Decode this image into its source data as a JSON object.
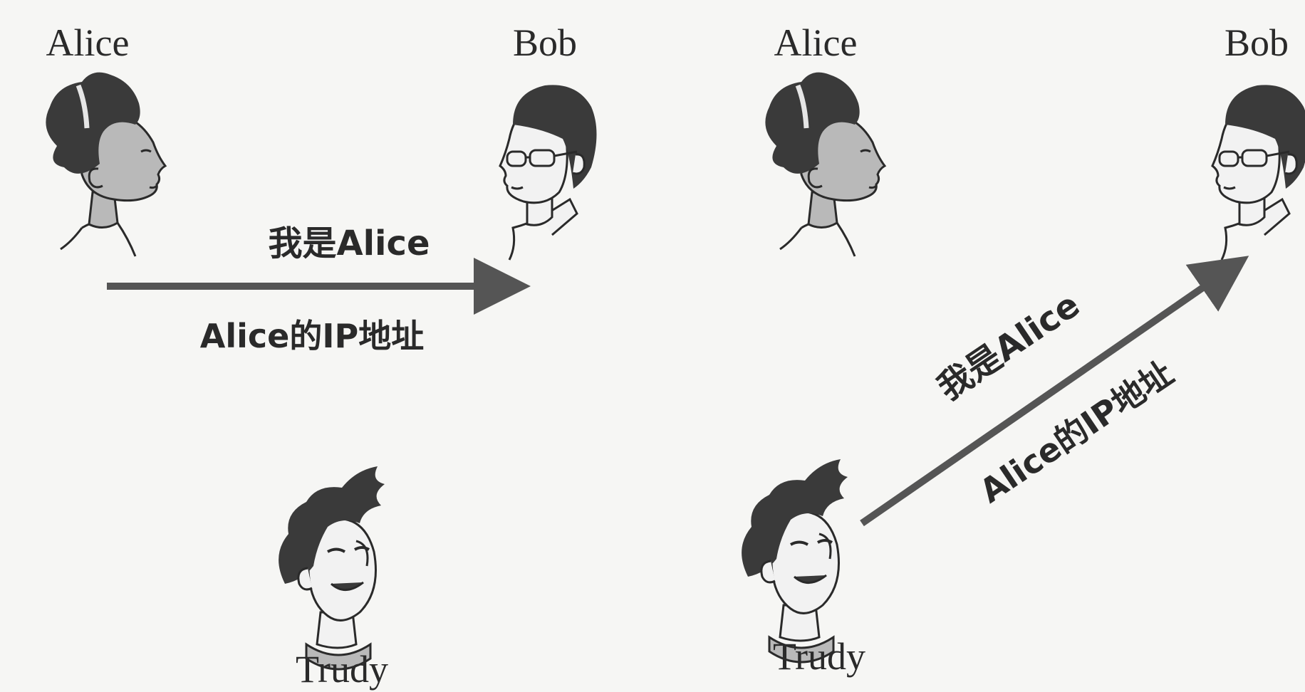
{
  "left_panel": {
    "alice_label": "Alice",
    "bob_label": "Bob",
    "trudy_label": "Trudy",
    "message_text": "我是Alice",
    "source_ip_text": "Alice的IP地址"
  },
  "right_panel": {
    "alice_label": "Alice",
    "bob_label": "Bob",
    "trudy_label": "Trudy",
    "message_text": "我是Alice",
    "source_ip_text": "Alice的IP地址"
  },
  "colors": {
    "background": "#f6f6f4",
    "ink": "#2a2a2a",
    "hair": "#3a3a3a",
    "skin_alice": "#b9b9b9",
    "skin_light": "#f2f2f2",
    "arrow": "#555555"
  }
}
